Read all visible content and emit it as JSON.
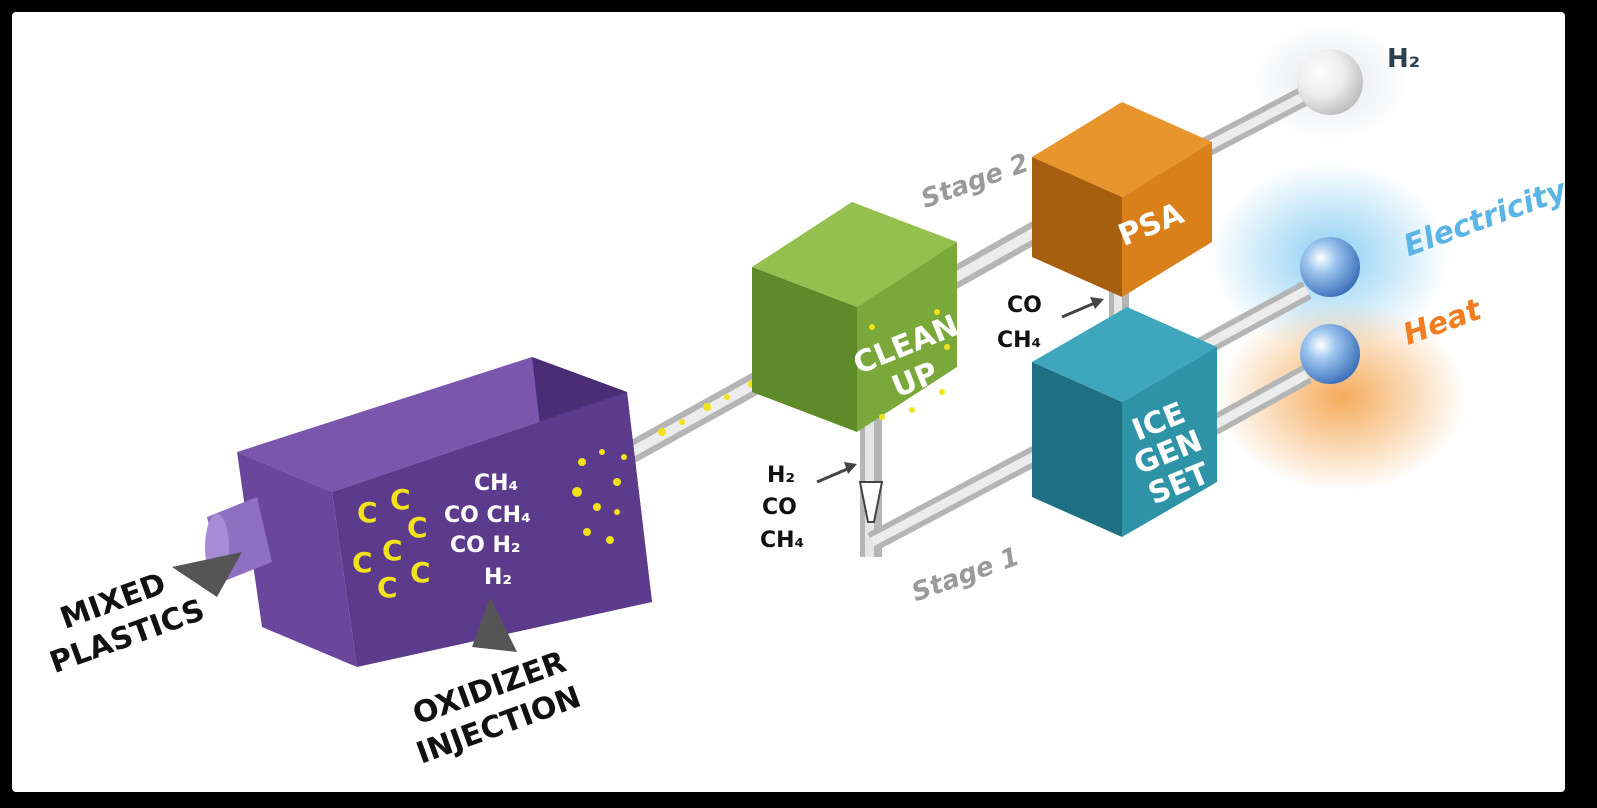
{
  "feed": {
    "mixed_plastics_line1": "MIXED",
    "mixed_plastics_line2": "PLASTICS",
    "oxidizer_line1": "OXIDIZER",
    "oxidizer_line2": "INJECTION"
  },
  "gasifier": {
    "carbon_symbol": "C",
    "gas_line1": "CH₄",
    "gas_line2": "CO CH₄",
    "gas_line3": "CO H₂",
    "gas_line4": "H₂",
    "color": "#5d3b8c"
  },
  "cleanup": {
    "label_line1": "CLEAN",
    "label_line2": "UP",
    "color": "#7aa83a"
  },
  "psa": {
    "label": "PSA",
    "color": "#d9801a"
  },
  "ice": {
    "label_line1": "ICE",
    "label_line2": "GEN",
    "label_line3": "SET",
    "color": "#2f93a8"
  },
  "streams": {
    "stage1": "Stage 1",
    "stage2": "Stage 2",
    "cleanup_out_line1": "H₂",
    "cleanup_out_line2": "CO",
    "cleanup_out_line3": "CH₄",
    "psa_offgas_line1": "CO",
    "psa_offgas_line2": "CH₄"
  },
  "outputs": {
    "h2": "H₂",
    "electricity": "Electricity",
    "heat": "Heat",
    "electricity_color": "#5ab4e6",
    "heat_color": "#f07d22"
  }
}
